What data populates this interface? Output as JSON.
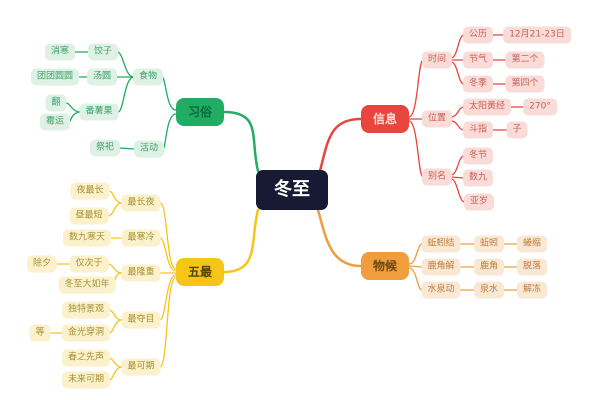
{
  "root": {
    "label": "冬至"
  },
  "palette": {
    "background": "#ffffff",
    "root_bg": "#181a33",
    "root_text": "#ffffff",
    "green": {
      "main": "#21ac64",
      "main_text": "#0b6b3e",
      "leaf_bg": "#dff0e4",
      "leaf_text": "#3ba368"
    },
    "red": {
      "main": "#e8453e",
      "main_text": "#ffd9d4",
      "leaf_bg": "#f9dcd8",
      "leaf_text": "#cb5f55"
    },
    "yellow": {
      "main": "#f5c518",
      "main_text": "#52420a",
      "leaf_bg": "#fbf2cd",
      "leaf_text": "#a98e2f"
    },
    "orange": {
      "main": "#ef9d3d",
      "main_text": "#6e4613",
      "leaf_bg": "#f9e8d4",
      "leaf_text": "#c07c3a"
    }
  },
  "branches": [
    {
      "id": "customs",
      "label": "习俗",
      "color": "#21ac64",
      "children": [
        {
          "label": "食物",
          "children": [
            {
              "label": "饺子",
              "children": [
                {
                  "label": "消寒"
                }
              ]
            },
            {
              "label": "汤圆",
              "children": [
                {
                  "label": "团团圆圆"
                }
              ]
            },
            {
              "label": "番薯果",
              "children": [
                {
                  "label": "翻"
                },
                {
                  "label": "霉运"
                }
              ]
            }
          ]
        },
        {
          "label": "活动",
          "children": [
            {
              "label": "祭祀"
            }
          ]
        }
      ]
    },
    {
      "id": "info",
      "label": "信息",
      "color": "#e8453e",
      "children": [
        {
          "label": "时间",
          "children": [
            {
              "label": "公历",
              "children": [
                {
                  "label": "12月21-23日"
                }
              ]
            },
            {
              "label": "节气",
              "children": [
                {
                  "label": "第二个"
                }
              ]
            },
            {
              "label": "冬季",
              "children": [
                {
                  "label": "第四个"
                }
              ]
            }
          ]
        },
        {
          "label": "位置",
          "children": [
            {
              "label": "太阳黄经",
              "children": [
                {
                  "label": "270°"
                }
              ]
            },
            {
              "label": "斗指",
              "children": [
                {
                  "label": "子"
                }
              ]
            }
          ]
        },
        {
          "label": "别名",
          "children": [
            {
              "label": "冬节"
            },
            {
              "label": "数九"
            },
            {
              "label": "亚岁"
            }
          ]
        }
      ]
    },
    {
      "id": "five-mosts",
      "label": "五最",
      "color": "#f5c518",
      "children": [
        {
          "label": "最长夜",
          "children": [
            {
              "label": "夜最长"
            },
            {
              "label": "昼最短"
            }
          ]
        },
        {
          "label": "最寒冷",
          "children": [
            {
              "label": "数九寒天"
            }
          ]
        },
        {
          "label": "最隆重",
          "children": [
            {
              "label": "仅次于",
              "children": [
                {
                  "label": "除夕"
                }
              ]
            },
            {
              "label": "冬至大如年"
            }
          ]
        },
        {
          "label": "最夺目",
          "children": [
            {
              "label": "独特景观"
            },
            {
              "label": "金光穿洞",
              "children": [
                {
                  "label": "等"
                }
              ]
            }
          ]
        },
        {
          "label": "最可期",
          "children": [
            {
              "label": "春之先声"
            },
            {
              "label": "未来可期"
            }
          ]
        }
      ]
    },
    {
      "id": "phenology",
      "label": "物候",
      "color": "#ef9d3d",
      "children": [
        {
          "label": "蚯蚓结",
          "children": [
            {
              "label": "蚯蚓",
              "children": [
                {
                  "label": "蜷缩"
                }
              ]
            }
          ]
        },
        {
          "label": "鹿角解",
          "children": [
            {
              "label": "鹿角",
              "children": [
                {
                  "label": "脱落"
                }
              ]
            }
          ]
        },
        {
          "label": "水泉动",
          "children": [
            {
              "label": "泉水",
              "children": [
                {
                  "label": "解冻"
                }
              ]
            }
          ]
        }
      ]
    }
  ]
}
